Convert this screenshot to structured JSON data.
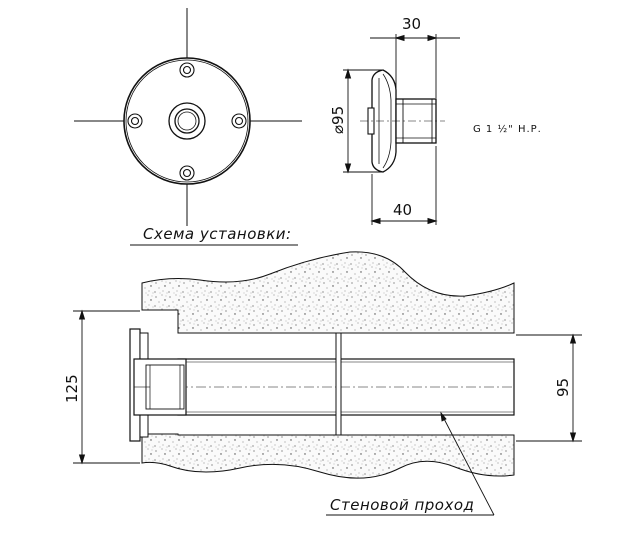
{
  "dimensions": {
    "top_width": "30",
    "diameter": "⌀95",
    "bottom_width": "40",
    "wall_height": "125",
    "pipe_height": "95"
  },
  "thread_note": "G 1 ½\" Н.Р.",
  "captions": {
    "install_scheme": "Схема установки:",
    "wall_passage": "Стеновой проход"
  }
}
